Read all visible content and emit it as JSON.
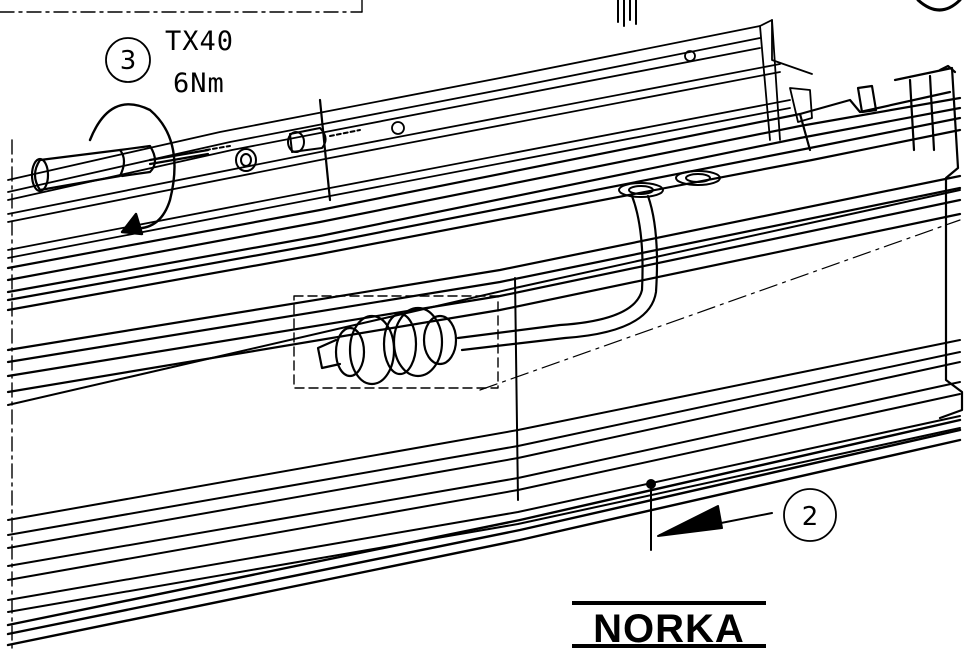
{
  "callouts": {
    "step3": "3",
    "step2": "2"
  },
  "tool_spec": {
    "bit": "TX40",
    "torque": "6Nm"
  },
  "brand": {
    "logo_text": "NORKA"
  },
  "colors": {
    "line": "#000000",
    "background": "#ffffff"
  }
}
